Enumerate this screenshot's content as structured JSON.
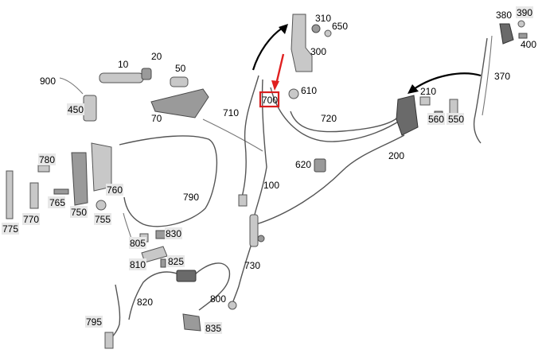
{
  "labels": {
    "l10": "10",
    "l20": "20",
    "l50": "50",
    "l70": "70",
    "l100": "100",
    "l200": "200",
    "l210": "210",
    "l300": "300",
    "l310": "310",
    "l370": "370",
    "l380": "380",
    "l390": "390",
    "l400": "400",
    "l450": "450",
    "l550": "550",
    "l560": "560",
    "l610": "610",
    "l620": "620",
    "l650": "650",
    "l700": "700",
    "l710": "710",
    "l720": "720",
    "l730": "730",
    "l750": "750",
    "l755": "755",
    "l760": "760",
    "l765": "765",
    "l770": "770",
    "l775": "775",
    "l780": "780",
    "l790": "790",
    "l795": "795",
    "l800": "800",
    "l805": "805",
    "l810": "810",
    "l820": "820",
    "l825": "825",
    "l830": "830",
    "l835": "835",
    "l900": "900"
  },
  "highlight": {
    "part": "700",
    "color": "#d81e1e"
  }
}
